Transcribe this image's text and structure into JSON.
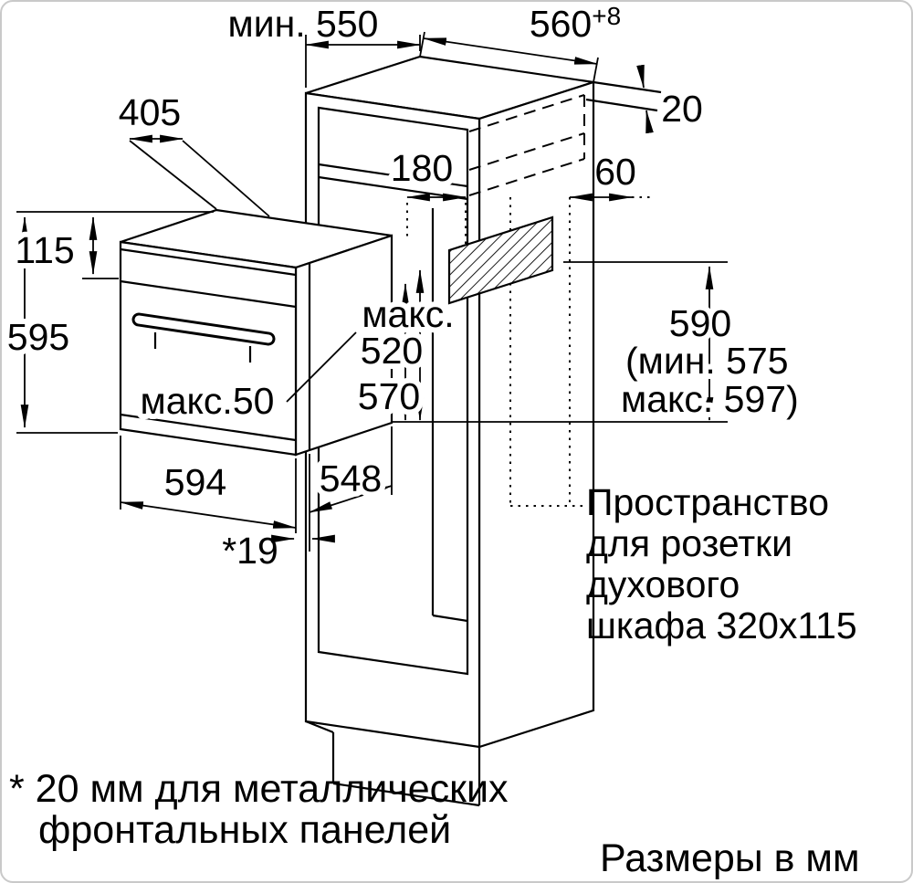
{
  "dim_labels": {
    "min550": "мин. 550",
    "w560_base": "560",
    "w560_sup": "+8",
    "gap20": "20",
    "d405": "405",
    "h180": "180",
    "d60": "60",
    "h115": "115",
    "h595": "595",
    "max_word": "макс.",
    "max520": "520",
    "d570": "570",
    "max50": "макс.50",
    "w594": "594",
    "d548": "548",
    "star19": "*19",
    "h590": "590",
    "h590_min": "(мин. 575",
    "h590_max": "макс. 597)"
  },
  "socket_note": [
    "Пространство",
    "для розетки",
    "духового",
    "шкафа 320x115"
  ],
  "footnote": [
    "* 20 мм для металлических",
    "фронтальных панелей"
  ],
  "units_note": "Размеры в мм",
  "colors": {
    "line": "#000000",
    "background": "#ffffff",
    "frame_border": "#c9c9c9"
  }
}
